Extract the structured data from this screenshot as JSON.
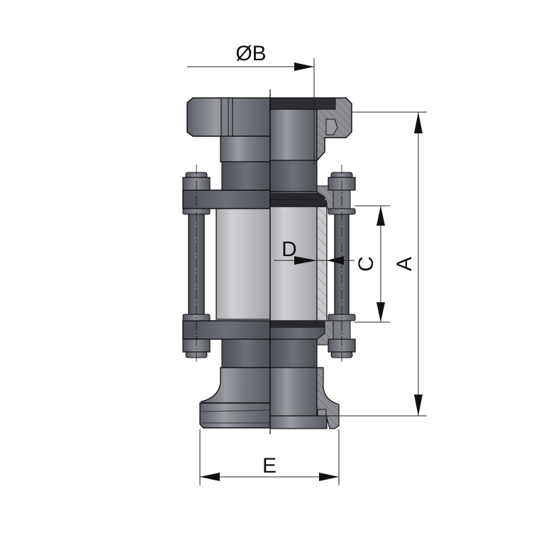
{
  "drawing": {
    "subject": "sanitary sight glass, half-section view",
    "colors": {
      "background": "#ffffff",
      "metal_dark": "#5b5d66",
      "metal_mid": "#8a8c93",
      "metal_light": "#b8b9bd",
      "glass": "#c6c7ca",
      "gasket": "#2b2b2e",
      "outline": "#111111",
      "dimension_line": "#222222"
    }
  },
  "dimensions": {
    "B": {
      "label": "ØB",
      "meaning": "outer diameter"
    },
    "A": {
      "label": "A",
      "meaning": "overall length"
    },
    "C": {
      "label": "C",
      "meaning": "glass length"
    },
    "D": {
      "label": "D",
      "meaning": "glass wall thickness"
    },
    "E": {
      "label": "E",
      "meaning": "flange diameter"
    }
  }
}
